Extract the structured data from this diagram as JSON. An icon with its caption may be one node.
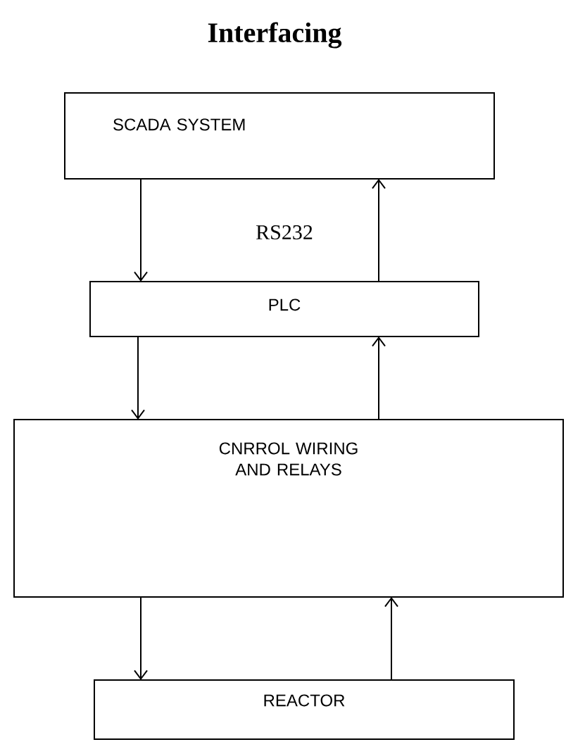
{
  "diagram": {
    "title": "Interfacing",
    "nodes": [
      {
        "text": [
          "SCADA SYSTEM"
        ]
      },
      {
        "text": [
          "PLC"
        ]
      },
      {
        "text": [
          "CNRROL WIRING AND RELAYS"
        ]
      },
      {
        "text": [
          "REACTOR"
        ]
      }
    ],
    "edges": [
      {
        "from": 0,
        "to": 1,
        "arrow": "to"
      },
      {
        "from": 1,
        "to": 0,
        "arrow": "to"
      },
      {
        "from": 1,
        "to": 2,
        "arrow": "to"
      },
      {
        "from": 2,
        "to": 1,
        "arrow": "to"
      },
      {
        "from": 2,
        "to": 3,
        "arrow": "to"
      },
      {
        "from": 3,
        "to": 2,
        "arrow": "to"
      }
    ],
    "labels": [
      "RS232"
    ]
  }
}
